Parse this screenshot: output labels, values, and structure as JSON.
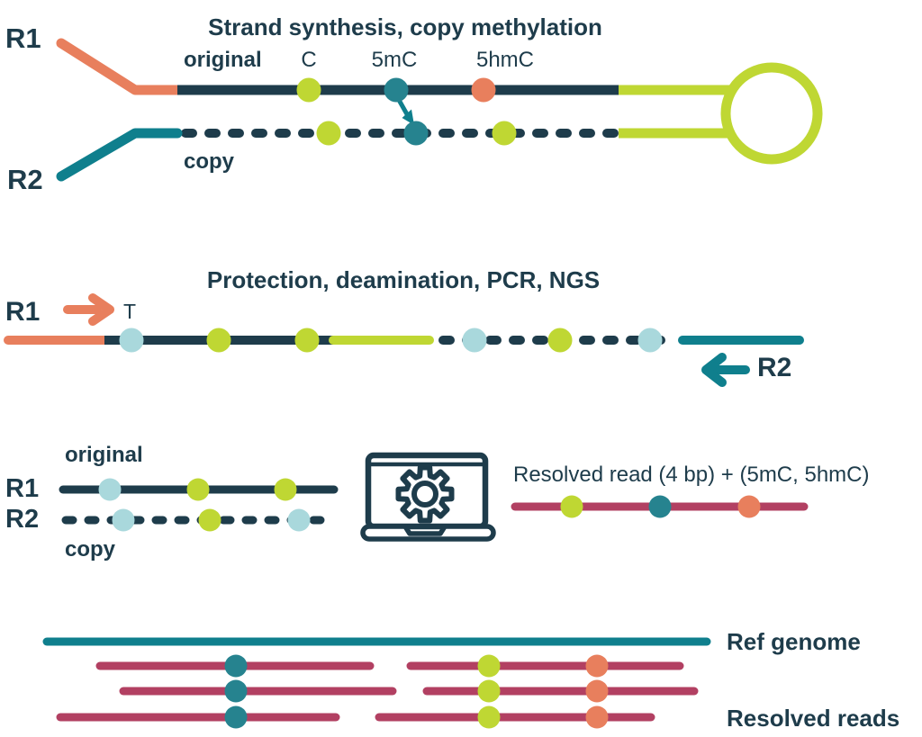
{
  "colors": {
    "navy": "#1e3c4b",
    "teal": "#0f7f8d",
    "teal_dot": "#26838f",
    "orange": "#e87f5d",
    "lime": "#bfd733",
    "pale_blue": "#a9d8dc",
    "maroon": "#b24062",
    "background": "#ffffff"
  },
  "legend": {
    "C": "lime",
    "5mC": "teal",
    "5hmC": "orange",
    "T": "pale_blue"
  },
  "section1": {
    "title": "Strand synthesis, copy methylation",
    "read1_label": "R1",
    "read2_label": "R2",
    "original_label": "original",
    "copy_label": "copy",
    "base_c_label": "C",
    "base_mc_label": "5mC",
    "base_hmc_label": "5hmC"
  },
  "section2": {
    "title": "Protection, deamination, PCR, NGS",
    "read1_label": "R1",
    "read2_label": "R2",
    "t_label": "T"
  },
  "section3": {
    "original_label": "original",
    "copy_label": "copy",
    "read1_label": "R1",
    "read2_label": "R2",
    "resolved_label": "Resolved read (4 bp) + (5mC, 5hmC)"
  },
  "section4": {
    "ref_label": "Ref genome",
    "reads_label": "Resolved reads"
  }
}
